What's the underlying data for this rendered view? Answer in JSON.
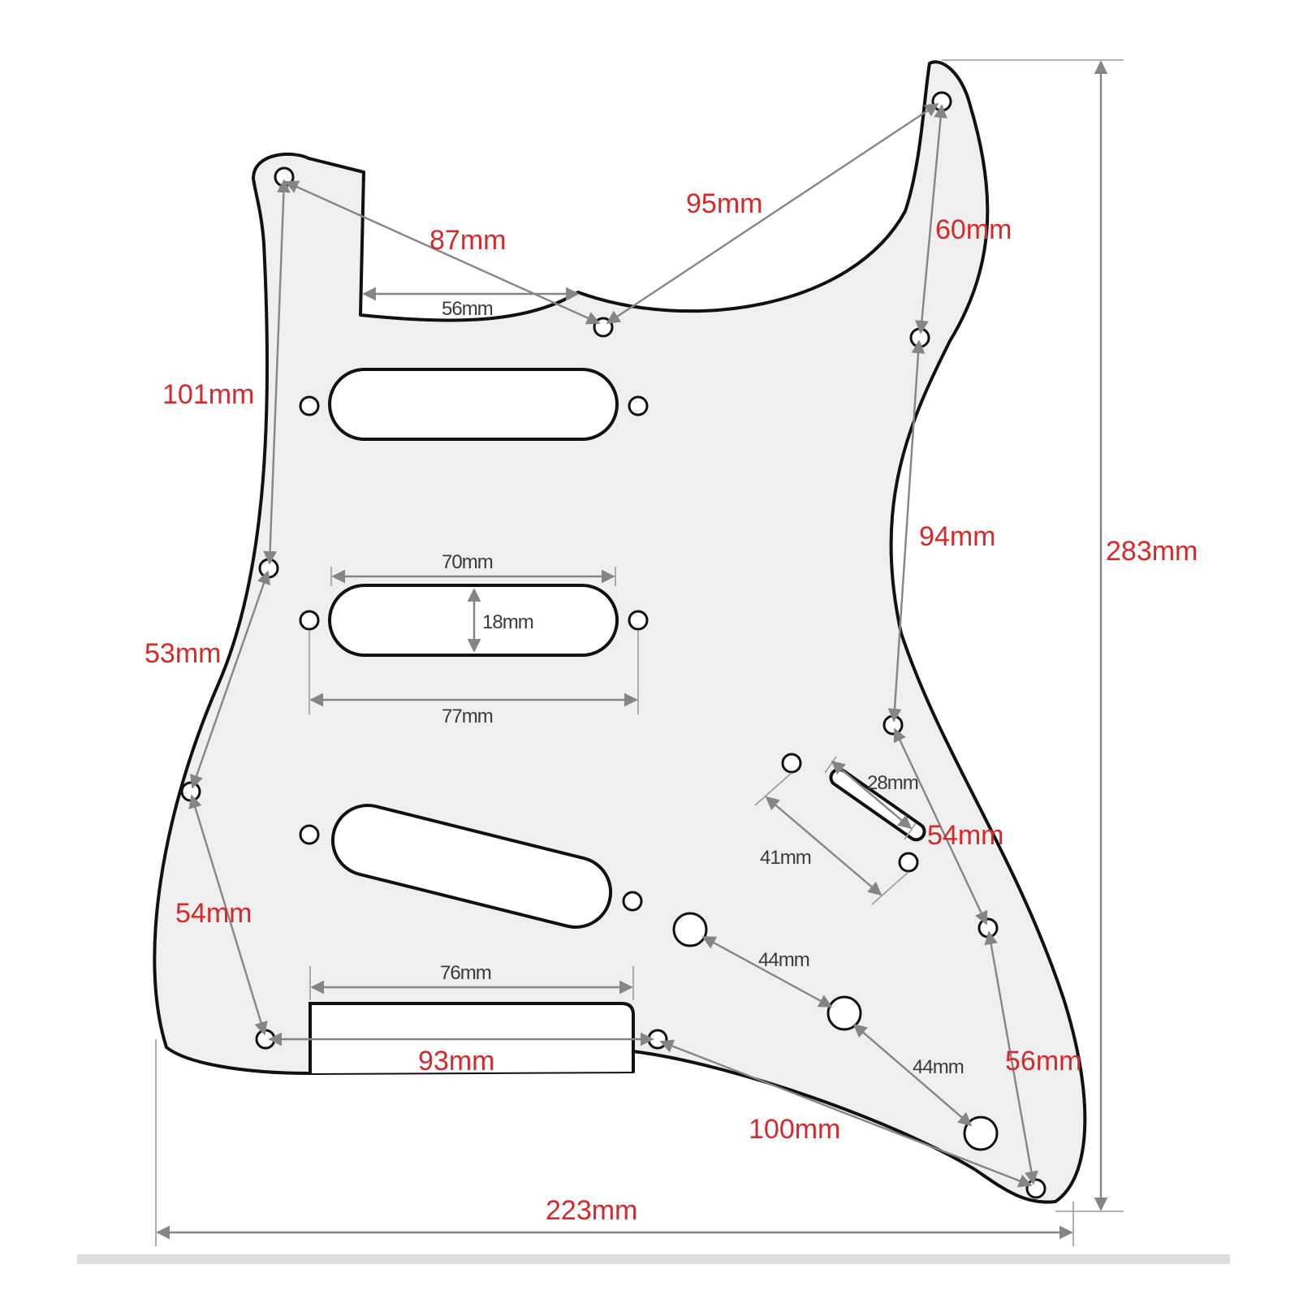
{
  "diagram": {
    "colors": {
      "plate_fill": "#efefef",
      "outline": "#111111",
      "dimension_line": "#858585",
      "large_label": "#d42a2a",
      "small_label": "#3a3a3a"
    },
    "dimensions": {
      "neck_top_left_to_center": "87mm",
      "neck_pocket_width": "56mm",
      "center_to_horn_tip": "95mm",
      "horn_tip_to_right_upper": "60mm",
      "left_top_to_left_mid": "101mm",
      "pickup_slot_length": "70mm",
      "pickup_slot_height": "18mm",
      "pickup_mount_spacing": "77mm",
      "right_upper_to_right_mid": "94mm",
      "left_mid_to_left_lower": "53mm",
      "switch_slot_length": "28mm",
      "switch_mount_spacing": "41mm",
      "right_mid_to_right_lower": "54mm",
      "left_lower_to_left_bottom": "54mm",
      "control_knob_spacing_1": "44mm",
      "control_knob_spacing_2": "44mm",
      "cutout_width": "76mm",
      "bottom_left_to_bottom_mid": "93mm",
      "right_lower_to_tail": "56mm",
      "bottom_mid_to_tail": "100mm",
      "overall_width": "223mm",
      "overall_height": "283mm"
    }
  }
}
